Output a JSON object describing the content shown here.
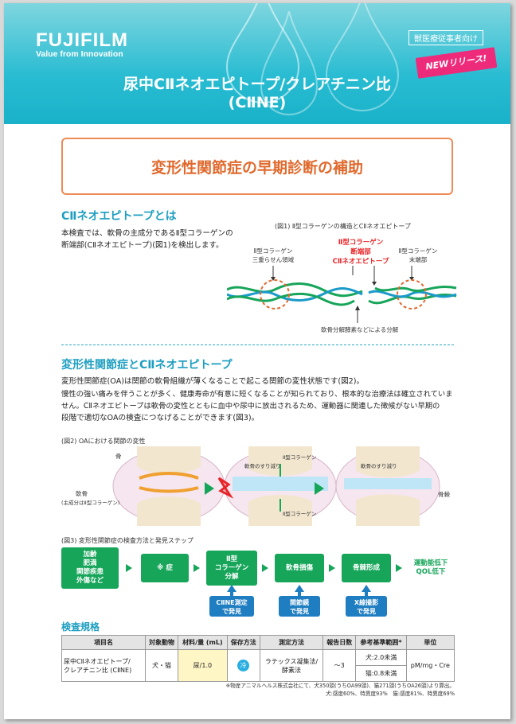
{
  "header": {
    "logo": "FUJIFILM",
    "logo_sub": "Value from Innovation",
    "audience": "獣医療従事者向け",
    "badge": "NEWリリース!",
    "title_line1": "尿中CⅡネオエピトープ/クレアチニン比",
    "title_line2": "(CⅡNE)"
  },
  "banner": "変形性関節症の早期診断の補助",
  "section1": {
    "heading": "CⅡネオエピトープとは",
    "text_line1": "本検査では、軟骨の主成分であるⅡ型コラーゲンの",
    "text_line2": "断端部(CⅡネオエピトープ)(図1)を検出します。",
    "fig_title": "(図1) Ⅱ型コラーゲンの構造とCⅡネオエピトープ",
    "label_triple_1": "Ⅱ型コラーゲン",
    "label_triple_2": "三重らせん領域",
    "label_cut_1": "Ⅱ型コラーゲン",
    "label_cut_2": "断端部",
    "label_cut_3": "CⅡネオエピトープ",
    "label_end_1": "Ⅱ型コラーゲン",
    "label_end_2": "末端部",
    "label_enzyme": "軟骨分解酵素などによる分解"
  },
  "section2": {
    "heading": "変形性関節症とCⅡネオエピトープ",
    "p1": "変形性関節症(OA)は関節の軟骨組織が薄くなることで起こる関節の変性状態です(図2)。",
    "p2": "慢性の強い痛みを伴うことが多く、健康寿命が有意に短くなることが知られており、根本的な治療法は確立されていま",
    "p3": "せん。CⅡネオエピトープは軟骨の変性とともに血中や尿中に放出されるため、運動器に関連した徴候がない早期の",
    "p4": "段階で適切なOAの検査につなげることができます(図3)。",
    "fig2_title": "(図2) OAにおける関節の変性",
    "fig2_bone": "骨",
    "fig2_cartilage": "軟骨",
    "fig2_cartilage_note": "(主成分はⅡ型コラーゲン)",
    "fig2_wear": "軟骨のすり減り",
    "fig2_collagen": "Ⅱ型コラーゲン",
    "fig2_collagen2": "Ⅱ型コラーゲン",
    "fig2_wear2": "軟骨のすり減り",
    "fig2_spur": "骨棘",
    "fig3_title": "(図3) 変形性関節症の検査方法と発見ステップ",
    "flow": [
      {
        "label": "加齢\n肥満\n関節疾患\n外傷など"
      },
      {
        "label": "※ 症"
      },
      {
        "label": "Ⅱ型\nコラーゲン\n分解"
      },
      {
        "label": "軟骨損傷"
      },
      {
        "label": "骨棘形成"
      },
      {
        "label": "運動能低下\nQOL低下"
      }
    ],
    "detect": [
      {
        "label": "CⅡNE測定\nで発見"
      },
      {
        "label": "関節鏡\nで発見"
      },
      {
        "label": "X線撮影\nで発見"
      }
    ]
  },
  "spec": {
    "heading": "検査規格",
    "headers": [
      "項目名",
      "対象動物",
      "材料/量 (mL)",
      "保存方法",
      "測定方法",
      "報告日数",
      "参考基準範囲*",
      "単位"
    ],
    "item_name": "尿中CⅡネオエピトープ/\nクレアチニン比 (CⅡNE)",
    "animals": "犬・猫",
    "material": "尿/1.0",
    "storage": "冷",
    "method": "ラテックス凝集法/\n酵素法",
    "days": "〜3",
    "ref_dog": "犬:2.0未満",
    "ref_cat": "猫:0.8未満",
    "unit": "pM/mg・Cre",
    "footnote1": "※物産アニマルヘルス株式会社にて、犬350頭(うちOA99頭)、猫271頭(うちOA26頭)より算出。",
    "footnote2": "犬:感度60%、特異度93%　猫:感度81%、特異度69%"
  }
}
